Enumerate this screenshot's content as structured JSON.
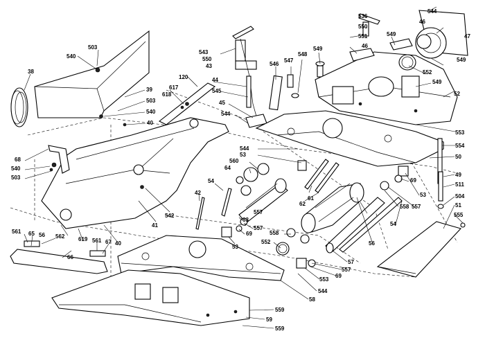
{
  "labels": {
    "l38": "38",
    "l503a": "503",
    "l540a": "540",
    "l39": "39",
    "l503b": "503",
    "l540b": "540",
    "l40a": "40",
    "l68": "68",
    "l540c": "540",
    "l503c": "503",
    "l120": "120",
    "l617": "617",
    "l618": "618",
    "l44": "44",
    "l543": "543",
    "l550a": "550",
    "l43": "43",
    "l545": "545",
    "l45": "45",
    "l544a": "544",
    "l546": "546",
    "l547": "547",
    "l548": "548",
    "l549a": "549",
    "l536": "536",
    "l550b": "550",
    "l551": "551",
    "l46a": "46",
    "l544b": "544",
    "l46b": "46",
    "l549b": "549",
    "l47": "47",
    "l549c": "549",
    "l552a": "552",
    "l549d": "549",
    "l52": "52",
    "l553": "553",
    "l554": "554",
    "l50": "50",
    "l49": "49",
    "l511": "511",
    "l504": "504",
    "l51": "51",
    "l555": "555",
    "l544c": "544",
    "l53a": "53",
    "l560": "560",
    "l64": "64",
    "l61": "61",
    "l62": "62",
    "l53b": "53",
    "l69a": "69",
    "l557a": "557",
    "l42": "42",
    "l54a": "54",
    "l542": "542",
    "l41": "41",
    "l63": "63",
    "l557b": "557",
    "l69b": "69",
    "l53c": "53",
    "l557c": "557",
    "l558a": "558",
    "l54b": "54",
    "l56a": "56",
    "l558b": "558",
    "l552b": "552",
    "l57": "57",
    "l557d": "557",
    "l69c": "69",
    "l553b": "553",
    "l544d": "544",
    "l58": "58",
    "l559a": "559",
    "l59": "59",
    "l559b": "559",
    "l561a": "561",
    "l65": "65",
    "l56b": "56",
    "l562": "562",
    "l619": "619",
    "l561b": "561",
    "l67": "67",
    "l40b": "40",
    "l66": "66"
  }
}
